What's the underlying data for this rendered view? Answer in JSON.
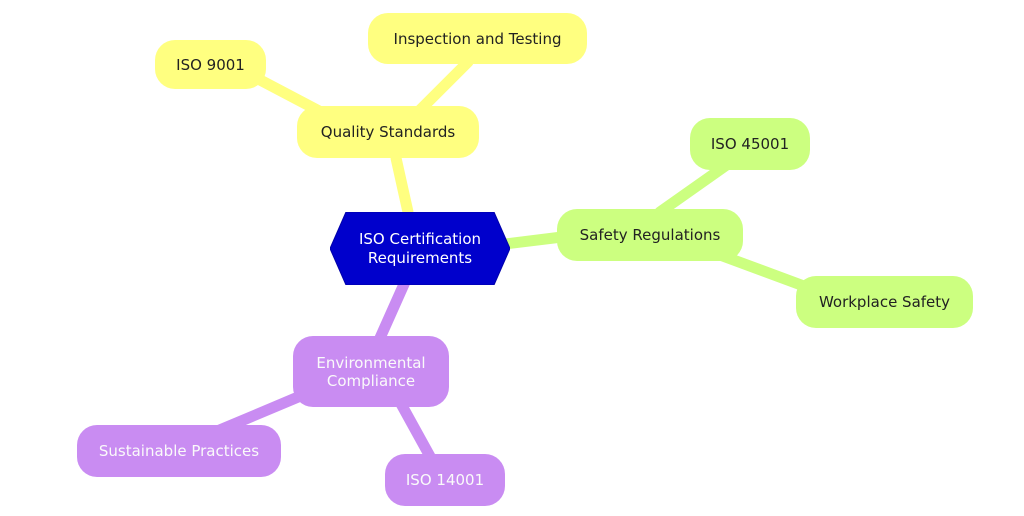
{
  "colors": {
    "center_fill": "#0000cc",
    "center_stroke": "#0000aa",
    "quality_branch": "#ffff80",
    "safety_branch": "#ccff80",
    "environmental_branch": "#c98cf2"
  },
  "center": {
    "label": "ISO Certification\nRequirements"
  },
  "quality": {
    "label": "Quality Standards",
    "children": [
      "ISO 9001",
      "Inspection and Testing"
    ]
  },
  "safety": {
    "label": "Safety Regulations",
    "children": [
      "ISO 45001",
      "Workplace Safety"
    ]
  },
  "environmental": {
    "label": "Environmental\nCompliance",
    "children": [
      "Sustainable Practices",
      "ISO 14001"
    ]
  }
}
